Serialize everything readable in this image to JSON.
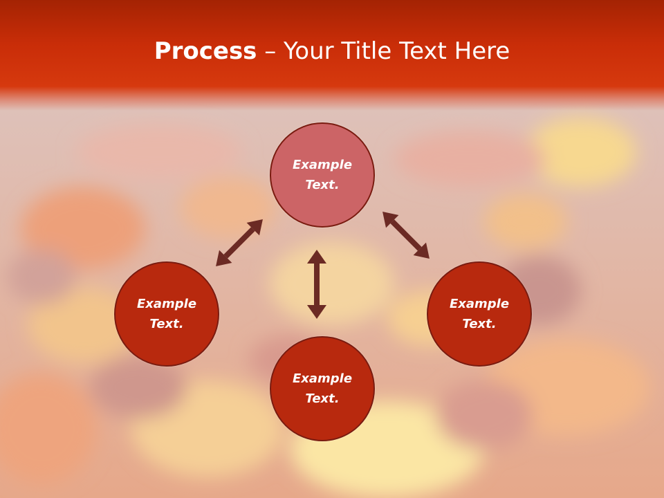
{
  "slide": {
    "title_bold": "Process",
    "title_rest": " – Your Title Text Here"
  },
  "diagram": {
    "nodes": [
      {
        "label": "Example Text."
      },
      {
        "label": "Example Text."
      },
      {
        "label": "Example Text."
      },
      {
        "label": "Example Text."
      }
    ]
  },
  "colors": {
    "title_band": "#c92d08",
    "node_dark": "#b8290e",
    "node_light": "#cc6466",
    "node_border": "#7a1c10",
    "arrow": "#6b2a24",
    "text": "#ffffff"
  }
}
